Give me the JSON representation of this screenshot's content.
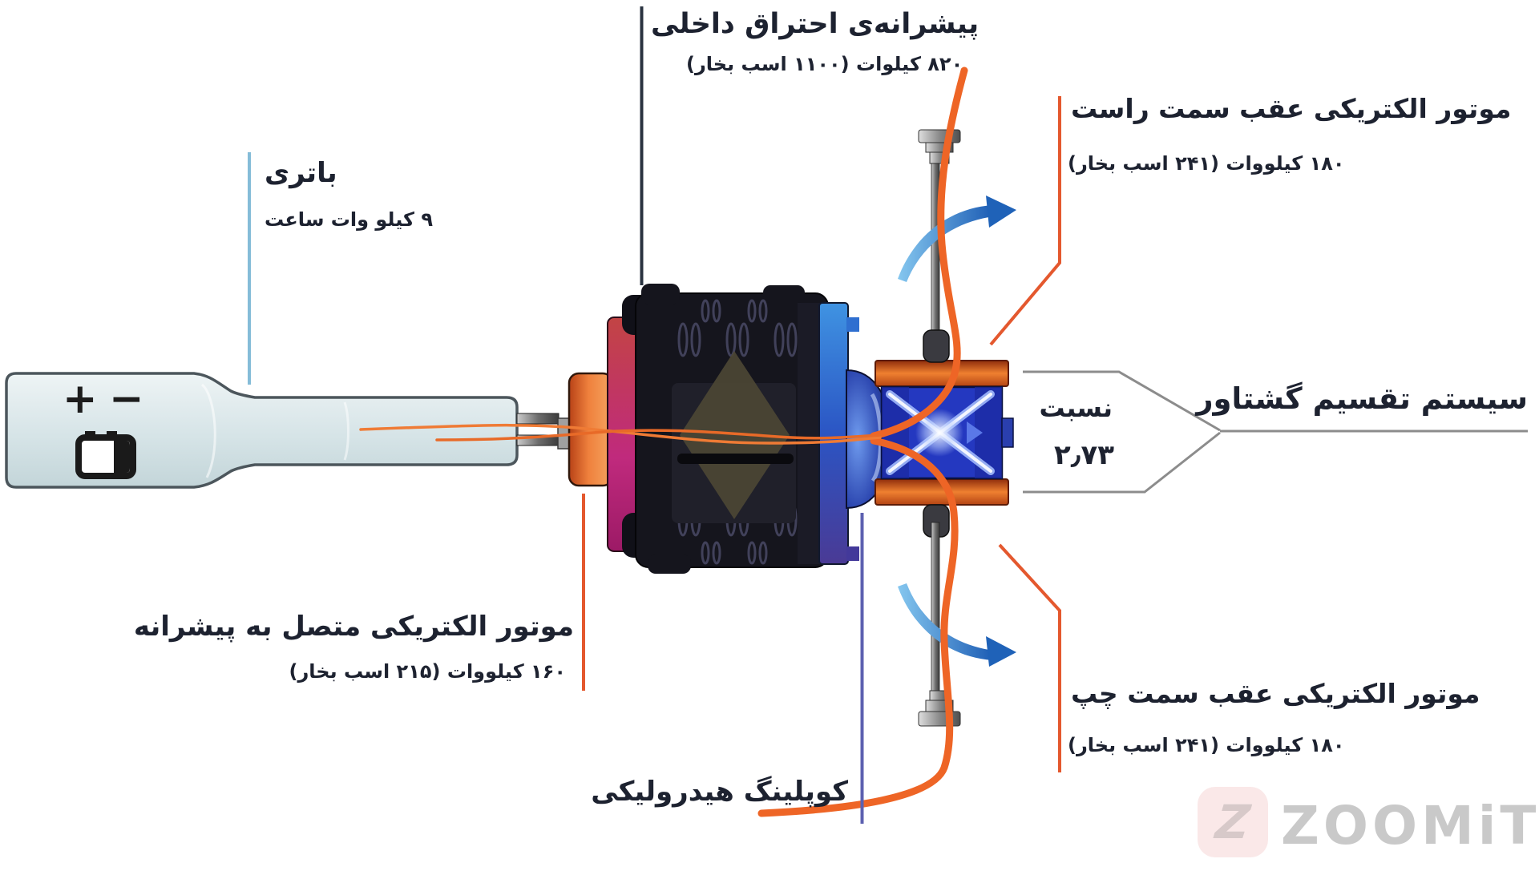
{
  "diagram": {
    "labels": {
      "engine": {
        "title": "پیشرانه‌ی احتراق داخلی",
        "spec": "۸۲۰ کیلوات (۱۱۰۰ اسب بخار)"
      },
      "rear_right_motor": {
        "title": "موتور الکتریکی عقب سمت راست",
        "spec": "۱۸۰ کیلووات (۲۴۱ اسب بخار)"
      },
      "battery": {
        "title": "باتری",
        "spec": "۹ کیلو وات ساعت"
      },
      "torque_split": {
        "title": "سیستم تقسیم گشتاور",
        "ratio_label": "نسبت",
        "ratio_value": "۲٫۷۳"
      },
      "front_motor": {
        "title": "موتور الکتریکی متصل به پیشرانه",
        "spec": "۱۶۰ کیلووات (۲۱۵ اسب بخار)"
      },
      "coupling": {
        "title": "کوپلینگ هیدرولیکی"
      },
      "rear_left_motor": {
        "title": "موتور الکتریکی عقب سمت چپ",
        "spec": "۱۸۰ کیلووات (۲۴۱ اسب بخار)"
      }
    },
    "battery_icon": {
      "plus": "+",
      "minus": "−"
    },
    "watermark": {
      "icon_letter": "Z",
      "text": "ZOOMiT"
    },
    "colors": {
      "text": "#1d2230",
      "leader_orange": "#e4582e",
      "leader_blue": "#85bcd8",
      "leader_dark": "#2a3340",
      "leader_purple": "#5c60b0",
      "callout_gray": "#8c8c8c",
      "cable_orange": "#ee6526"
    }
  }
}
